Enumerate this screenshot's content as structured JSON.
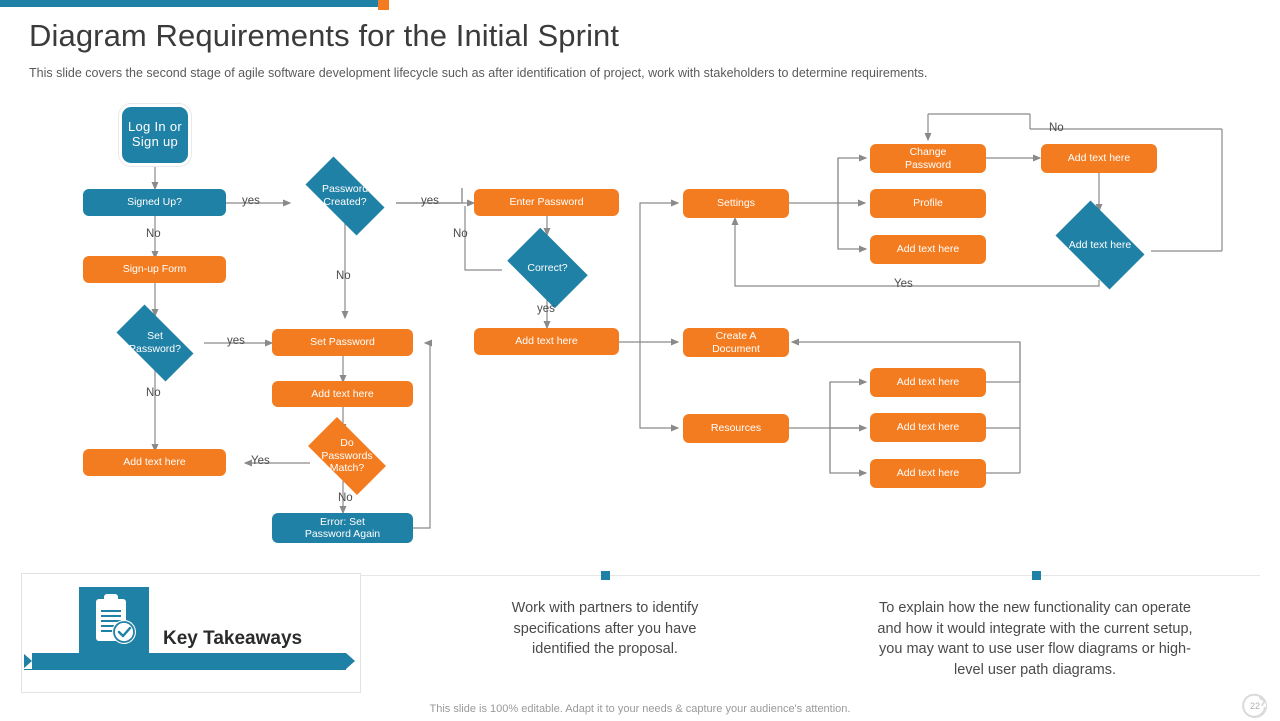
{
  "header": {
    "title": "Diagram Requirements for the Initial Sprint",
    "subtitle": "This slide covers the second stage of agile software development  lifecycle such as after identification of project, work with stakeholders to determine requirements."
  },
  "colors": {
    "blue": "#2081a6",
    "orange": "#f47c20",
    "connector": "#8a8a8a",
    "text": "#4a4a4a"
  },
  "flowchart": {
    "nodes": {
      "start": "Log In  or\nSign up",
      "signed_up": "Signed Up?",
      "signup_form": "Sign-up Form",
      "set_password_q": "Set\nPassword?",
      "add_text_left": "Add text here",
      "password_created_q": "Password\nCreated?",
      "set_password": "Set Password",
      "add_text_mid": "Add text here",
      "do_passwords_match_q": "Do\nPasswords\nMatch?",
      "error_set_password": "Error: Set\nPassword Again",
      "enter_password": "Enter Password",
      "correct_q": "Correct?",
      "add_text_col3": "Add text here",
      "settings": "Settings",
      "change_password": "Change\nPassword",
      "profile": "Profile",
      "add_text_settings3": "Add text here",
      "add_text_right_top": "Add text here",
      "add_text_right_diamond": "Add text here",
      "create_a_document": "Create A\nDocument",
      "resources": "Resources",
      "add_text_res1": "Add text here",
      "add_text_res2": "Add text here",
      "add_text_res3": "Add text here"
    },
    "edge_labels": {
      "signed_up_yes": "yes",
      "signed_up_no": "No",
      "set_password_yes": "yes",
      "set_password_no": "No",
      "left_yes": "Yes",
      "password_created_yes": "yes",
      "password_created_no": "No",
      "correct_no": "No",
      "correct_yes": "yes",
      "match_no": "No",
      "right_no": "No",
      "right_yes": "Yes"
    }
  },
  "key_takeaways": {
    "title": "Key Takeaways",
    "icon": "clipboard-check-icon",
    "columns": [
      "Work with partners to identify specifications after you have identified the proposal.",
      "To explain how the new functionality  can operate and how it would integrate with the current setup, you may want to use user flow diagrams or high-level user path diagrams."
    ]
  },
  "footer": {
    "note": "This slide is 100% editable. Adapt it to your needs & capture your audience's attention.",
    "page_number": "22"
  }
}
